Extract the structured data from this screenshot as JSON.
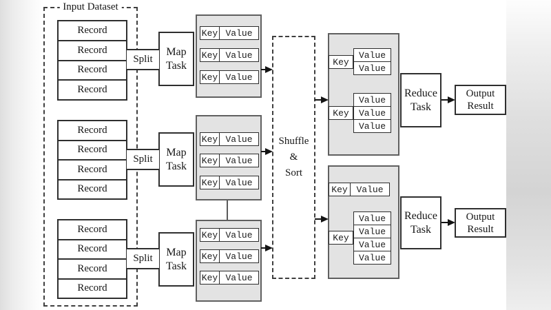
{
  "figure": {
    "kind": "mapreduce-flow-diagram",
    "labels": {
      "input_dataset": "Input Dataset",
      "record": "Record",
      "split": "Split",
      "map_task": "Map Task",
      "key": "Key",
      "value": "Value",
      "shuffle_sort": "Shuffle\n&\nSort",
      "reduce_task": "Reduce Task",
      "output_result": "Output Result"
    },
    "colors": {
      "container_fill": "#e3e3e3",
      "line": "#141414",
      "page_background": "#ffffff",
      "backdrop_gray": "#d4d4d4"
    },
    "structure": {
      "record_groups": 3,
      "records_per_group": 4,
      "map_tasks": 3,
      "key_value_pairs_per_map_output": 3,
      "reduce_tasks": 2,
      "reduce_input_key_groups": [
        [
          {
            "values_per_key": 2
          },
          {
            "values_per_key": 3
          }
        ],
        [
          {
            "values_per_key": 1
          },
          {
            "values_per_key": 4
          }
        ]
      ],
      "output_results": 2
    }
  }
}
